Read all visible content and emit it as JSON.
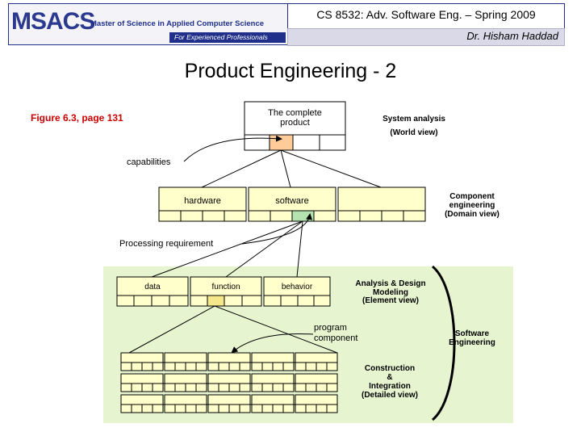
{
  "header": {
    "logo_text": "MSACS",
    "logo_line1": "Master of Science in Applied Computer Science",
    "logo_line2": "For Experienced Professionals",
    "course": "CS 8532: Adv. Software Eng. – Spring 2009",
    "instructor": "Dr. Hisham Haddad",
    "colors": {
      "header_border": "#1f2f8a",
      "instructor_bar": "#d9d9e8",
      "logo_text": "#2b3a8f"
    }
  },
  "slide": {
    "title": "Product Engineering - 2",
    "figure_ref": "Figure 6.3, page 131",
    "colors": {
      "figure_ref": "#cc0000",
      "box_light": "#ffffcc",
      "box_orange": "#ffcc99",
      "green_bg": "#e6f5d0"
    }
  },
  "diagram": {
    "complete_product": "The complete\nproduct",
    "system_analysis": "System analysis\n(World view)",
    "capabilities": "capabilities",
    "hardware": "hardware",
    "software": "software",
    "component_engineering": "Component\nengineering\n(Domain view)",
    "processing_requirement": "Processing requirement",
    "data": "data",
    "function": "function",
    "behavior": "behavior",
    "analysis_design": "Analysis & Design\nModeling\n(Element view)",
    "program_component": "program\ncomponent",
    "software_engineering": "Software\nEngineering",
    "construction": "Construction\n&\nIntegration\n(Detailed view)"
  }
}
